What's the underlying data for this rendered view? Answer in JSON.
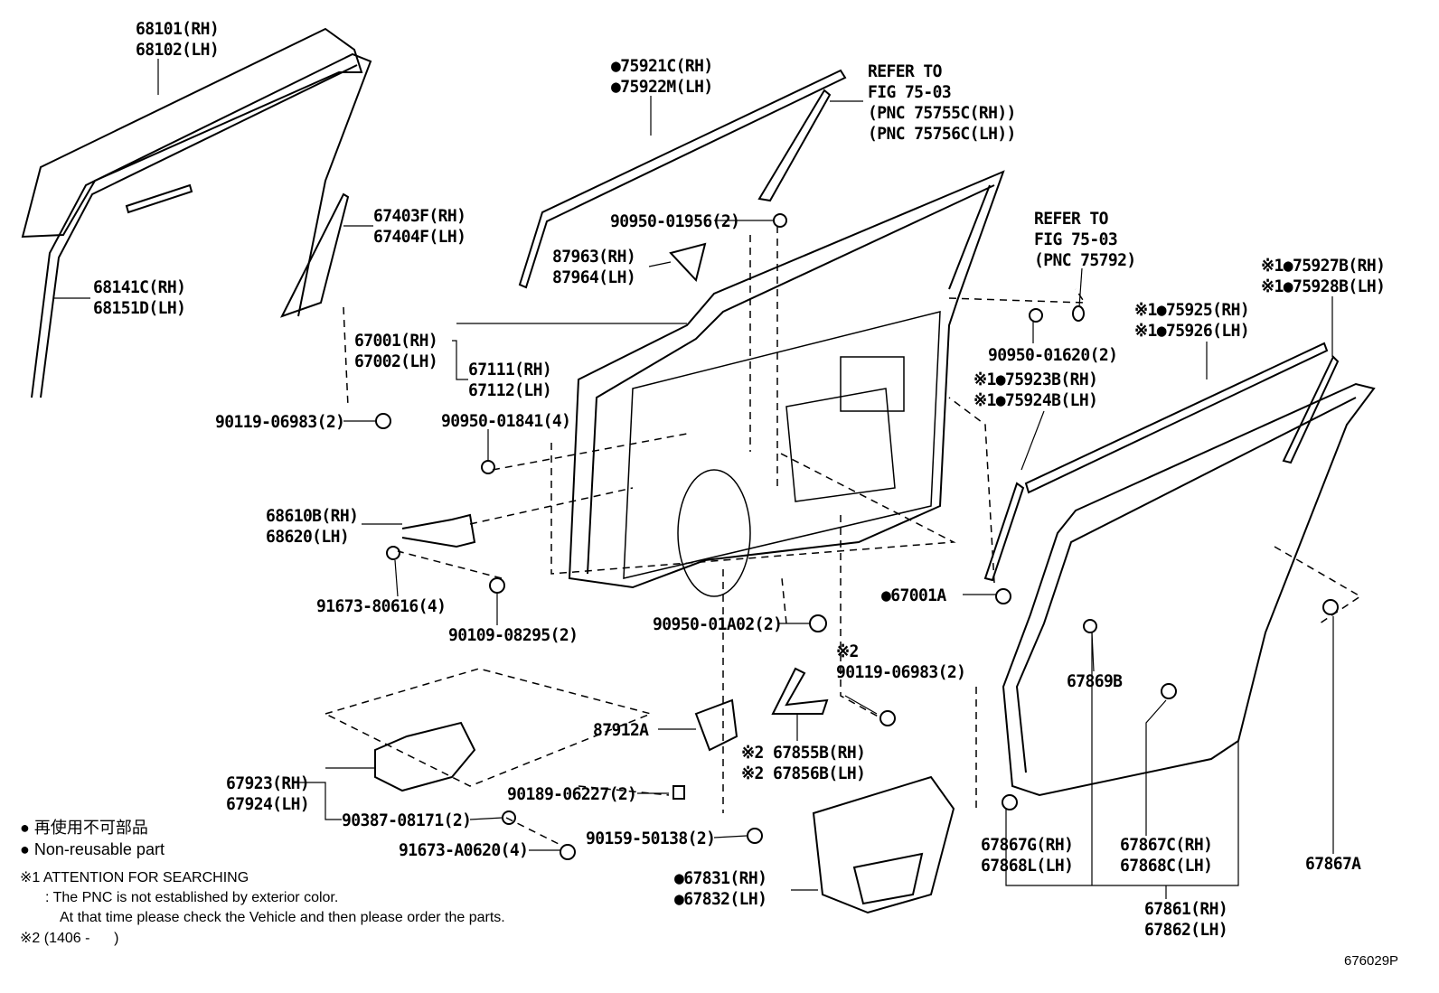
{
  "labels": {
    "glass": [
      "68101(RH)",
      "68102(LH)"
    ],
    "glass_run": [
      "68141C(RH)",
      "68151D(LH)"
    ],
    "channel": [
      "67403F(RH)",
      "67404F(LH)"
    ],
    "door_panel": [
      "67001(RH)",
      "67002(LH)"
    ],
    "outer_panel": [
      "67111(RH)",
      "67112(LH)"
    ],
    "bolt_90119_a": "90119-06983(2)",
    "plug_01841": "90950-01841(4)",
    "check": [
      "68610B(RH)",
      "68620(LH)"
    ],
    "bolt_80616": "91673-80616(4)",
    "bolt_08295": "90109-08295(2)",
    "plug_01a02": "90950-01A02(2)",
    "moulding_top": [
      "●75921C(RH)",
      "●75922M(LH)"
    ],
    "refer_1": [
      "REFER TO",
      "FIG 75-03",
      "(PNC 75755C(RH))",
      "(PNC 75756C(LH))"
    ],
    "plug_01956": "90950-01956(2)",
    "cover_87963": [
      "87963(RH)",
      "87964(LH)"
    ],
    "refer_2": [
      "REFER TO",
      "FIG 75-03",
      "(PNC 75792)"
    ],
    "plug_01620": "90950-01620(2)",
    "moulding_75923": [
      "※1●75923B(RH)",
      "※1●75924B(LH)"
    ],
    "moulding_75925": [
      "※1●75925(RH)",
      "※1●75926(LH)"
    ],
    "moulding_75927": [
      "※1●75927B(RH)",
      "※1●75928B(LH)"
    ],
    "plug_67001a": "●67001A",
    "clip_67869b": "67869B",
    "bolt_90119_b": [
      "※2",
      "90119-06983(2)"
    ],
    "cover_87912a": "87912A",
    "bracket_67855": [
      "※2 67855B(RH)",
      "※2 67856B(LH)"
    ],
    "pad_67923": [
      "67923(RH)",
      "67924(LH)"
    ],
    "washer_08171": "90387-08171(2)",
    "nut_06227": "90189-06227(2)",
    "bolt_a0620": "91673-A0620(4)",
    "bolt_50138": "90159-50138(2)",
    "sheet_67831": [
      "●67831(RH)",
      "●67832(LH)"
    ],
    "clip_67867g": [
      "67867G(RH)",
      "67868L(LH)"
    ],
    "clip_67867c": [
      "67867C(RH)",
      "67868C(LH)"
    ],
    "clip_67867a": "67867A",
    "weatherstrip": [
      "67861(RH)",
      "67862(LH)"
    ]
  },
  "legend": {
    "jp": "● 再使用不可部品",
    "en": "● Non-reusable part",
    "note1_title": "※1 ATTENTION FOR SEARCHING",
    "note1_line1": ": The PNC is not established by exterior color.",
    "note1_line2": "At that time please check the Vehicle and then please order the parts.",
    "note2": "※2 (1406 -      )"
  },
  "figure_code": "676029P"
}
